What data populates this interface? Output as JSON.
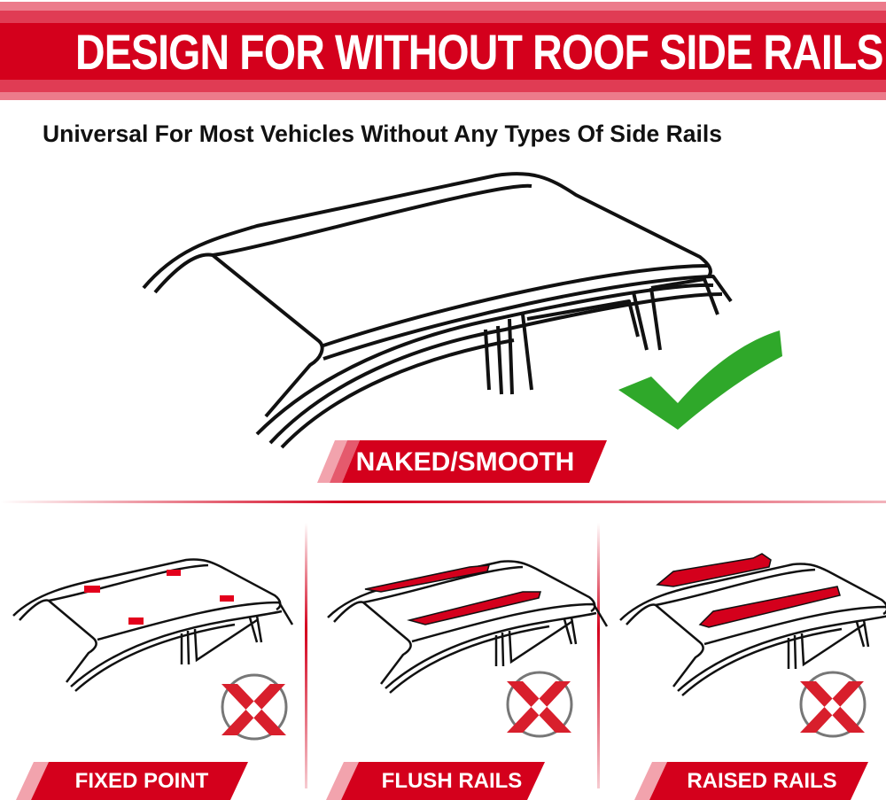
{
  "header": {
    "title": "DESIGN FOR WITHOUT ROOF SIDE RAILS ONLY"
  },
  "subtitle": "Universal For Most Vehicles Without Any Types Of Side Rails",
  "main_option": {
    "label": "NAKED/SMOOTH",
    "status_icon": "check-icon",
    "compatible": true
  },
  "other_options": [
    {
      "label": "FIXED POINT",
      "status_icon": "x-icon",
      "compatible": false
    },
    {
      "label": "FLUSH RAILS",
      "status_icon": "x-icon",
      "compatible": false
    },
    {
      "label": "RAISED RAILS",
      "status_icon": "x-icon",
      "compatible": false
    }
  ],
  "colors": {
    "brand_red": "#d4001c",
    "check_green": "#2fa82a",
    "x_red": "#d81f2c"
  }
}
